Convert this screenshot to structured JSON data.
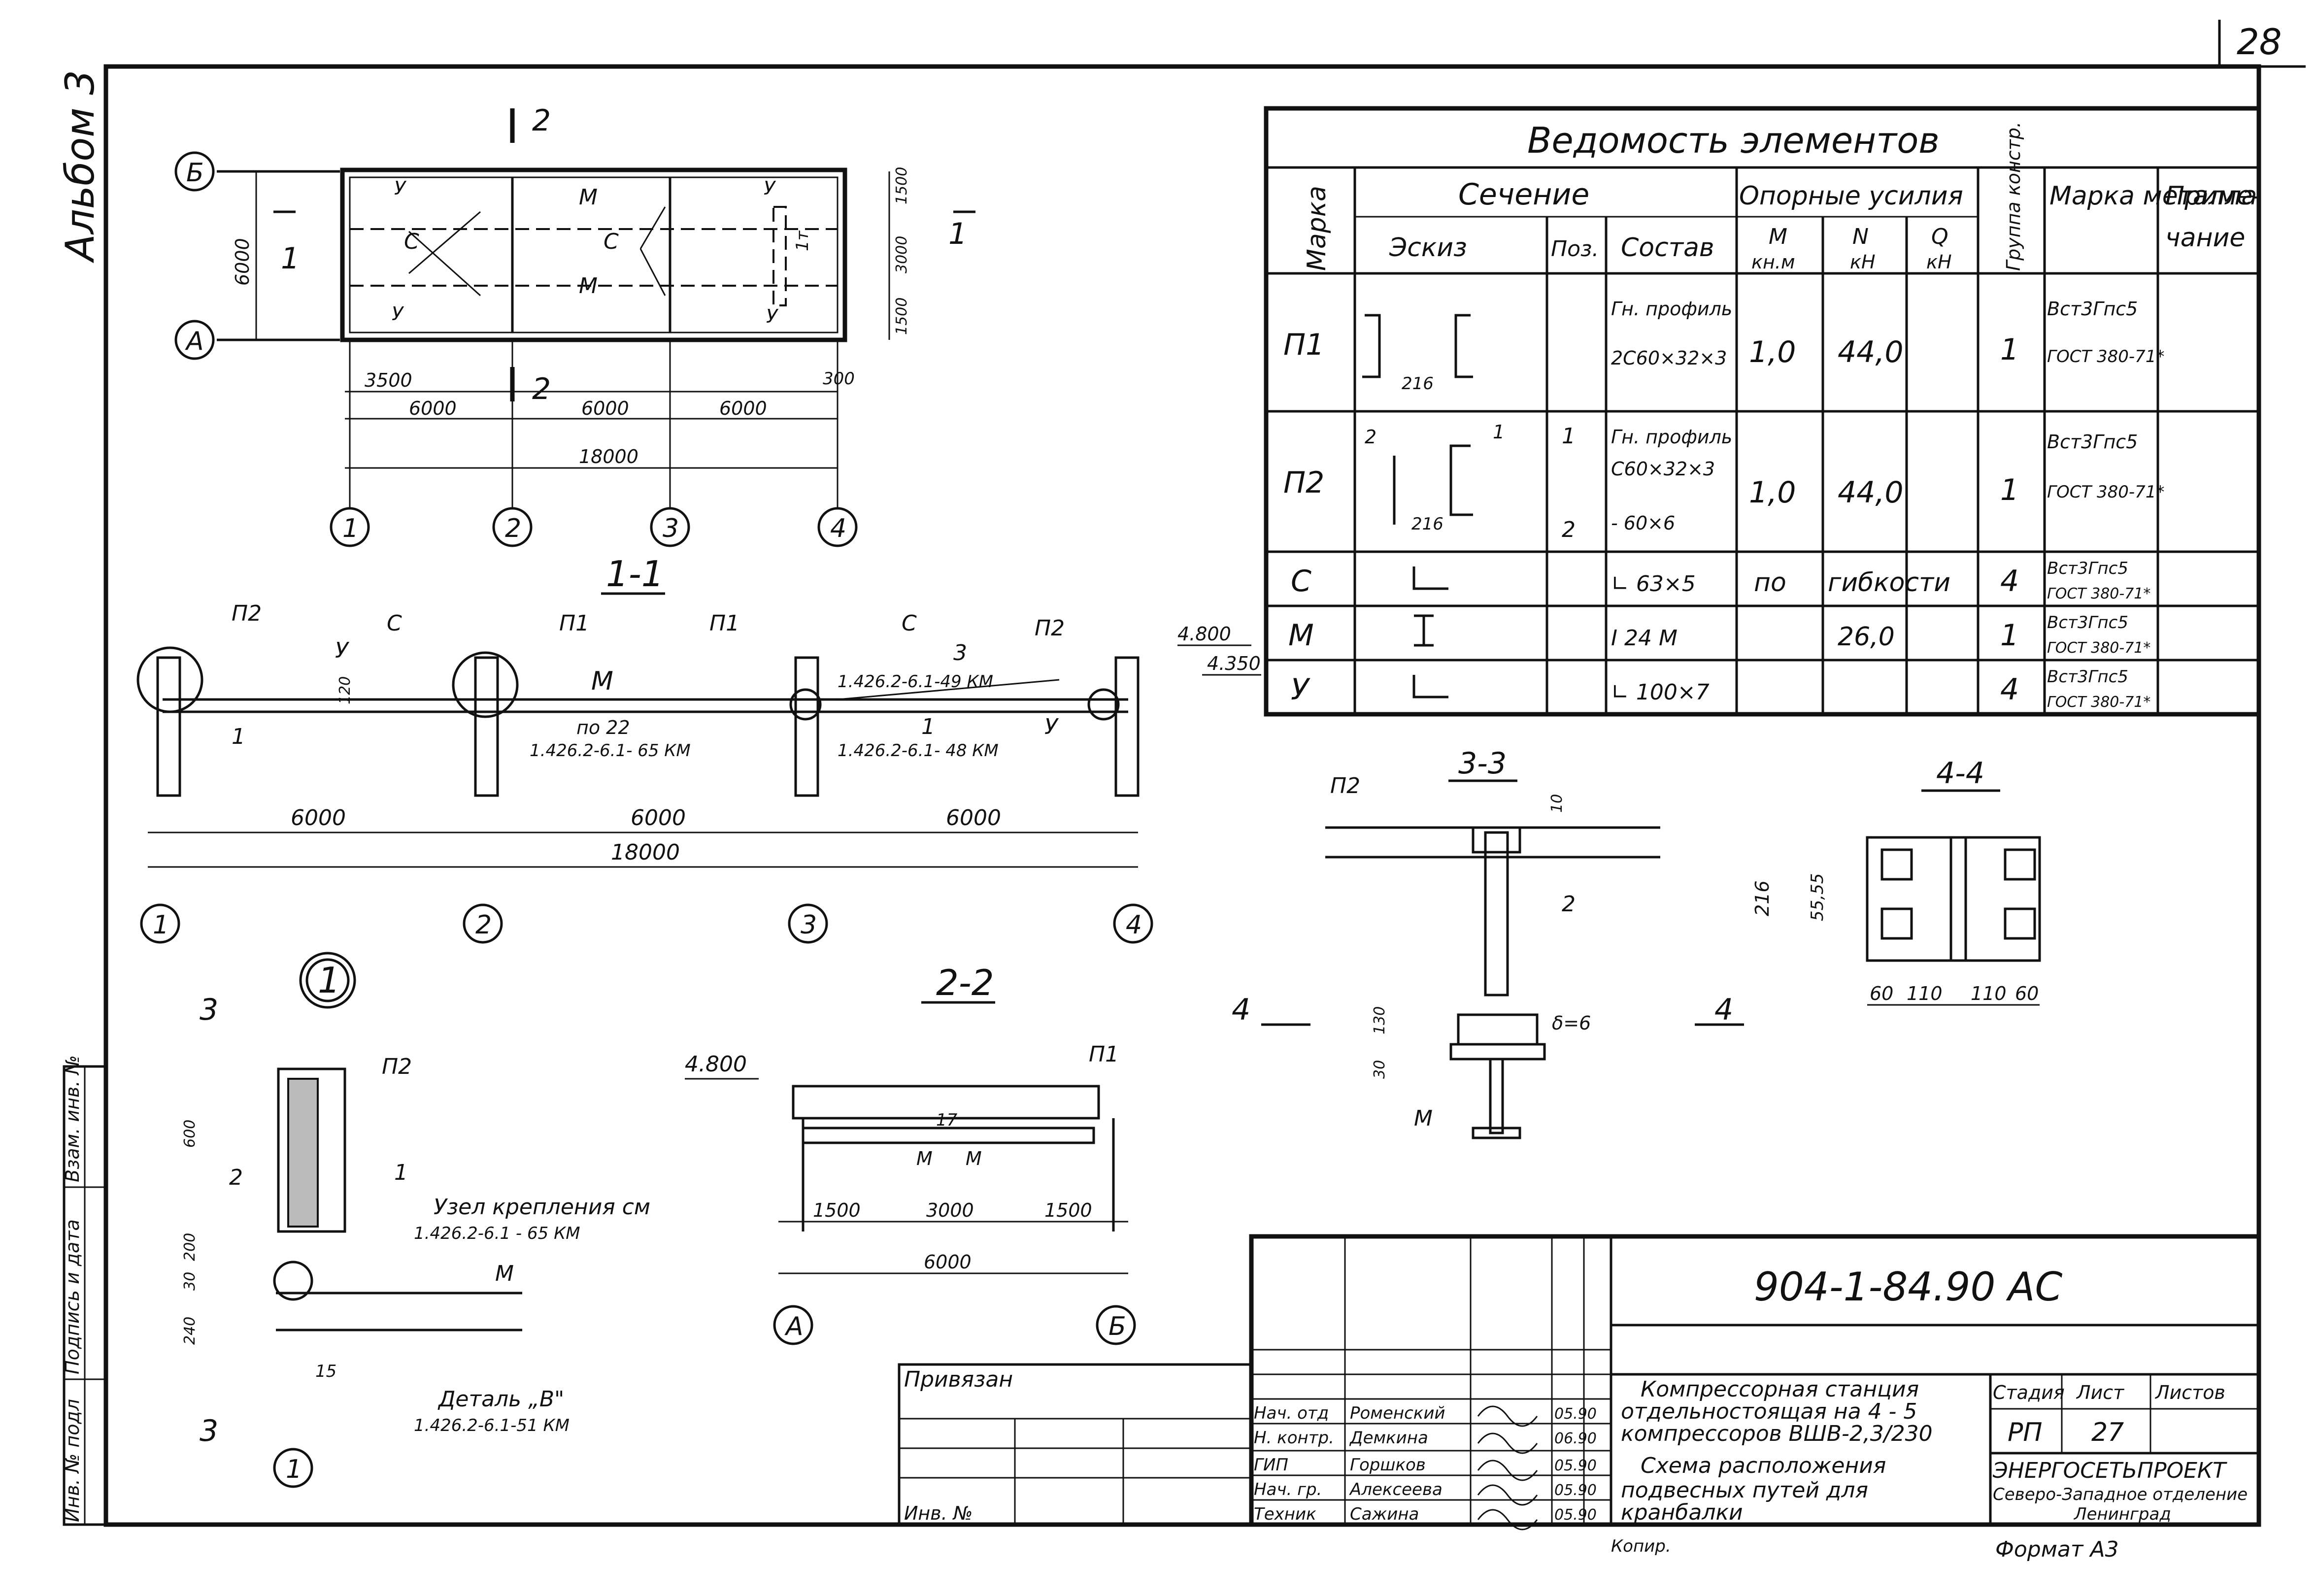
{
  "sheet": {
    "page_number": "28",
    "album_label": "Альбом 3",
    "side_columns": [
      "Инв. № подл",
      "Подпись и дата",
      "Взам. инв. №"
    ]
  },
  "plan": {
    "section_mark": "2",
    "section_mark_1": "1",
    "axis_b": "Б",
    "axis_a": "А",
    "axis_1": "1",
    "axis_2": "2",
    "axis_3": "3",
    "axis_4": "4",
    "dim_6000_v": "6000",
    "dim_1500_top": "1500",
    "dim_3000": "3000",
    "dim_1500_bot": "1500",
    "dim_3500": "3500",
    "dim_6000_a": "6000",
    "dim_6000_b": "6000",
    "dim_6000_c": "6000",
    "dim_300": "300",
    "dim_18000": "18000",
    "label_u": "У",
    "label_m": "М",
    "label_c": "С",
    "label_1t": "1т"
  },
  "section_1_1": {
    "title": "1-1",
    "p2": "П2",
    "p1": "П1",
    "c": "С",
    "u": "У",
    "m": "М",
    "n3": "3",
    "n1": "1",
    "ref_3": "1.426.2-6.1-49 КМ",
    "ref_22_a": "по 22",
    "ref_22_b": "1.426.2-6.1- 65 КМ",
    "ref_1": "1.426.2-6.1- 48 КМ",
    "dim_120": "120",
    "elev_4800": "4.800",
    "elev_4350": "4.350",
    "dim_6000": "6000",
    "dim_18000": "18000"
  },
  "detail_1": {
    "mark": "1",
    "cut": "3",
    "p2": "П2",
    "n1": "1",
    "n2": "2",
    "m": "М",
    "dim_600": "600",
    "dim_200": "200",
    "dim_30": "30",
    "dim_240": "240",
    "dim_15": "15",
    "node_a": "Узел крепления  см",
    "node_b": "1.426.2-6.1 - 65 КМ",
    "detail_a": "Деталь „В\"",
    "detail_b": "1.426.2-6.1-51 КМ"
  },
  "section_2_2": {
    "title": "2-2",
    "elev": "4.800",
    "p1": "П1",
    "m": "М",
    "n17": "17",
    "dim_1500a": "1500",
    "dim_3000": "3000",
    "dim_1500b": "1500",
    "dim_6000": "6000",
    "axis_a": "А",
    "axis_b": "Б"
  },
  "section_3_3": {
    "title": "3-3",
    "p2": "П2",
    "n2": "2",
    "m": "М",
    "n4": "4",
    "dim_10": "10",
    "dim_130": "130",
    "dim_30": "30",
    "delta": "δ=6"
  },
  "section_4_4": {
    "title": "4-4",
    "dim_216": "216",
    "dim_55": "55,55",
    "d60a": "60",
    "d110a": "110",
    "d110b": "110",
    "d60b": "60"
  },
  "schedule": {
    "title": "Ведомость  элементов",
    "h_mark": "Марка",
    "h_section": "Сечение",
    "h_sketch": "Эскиз",
    "h_pos": "Поз.",
    "h_comp": "Состав",
    "h_forces": "Опорные усилия",
    "h_m": "М",
    "h_m_u": "кн.м",
    "h_n": "N",
    "h_n_u": "кН",
    "h_q": "Q",
    "h_q_u": "кН",
    "h_group": "Группа констр.",
    "h_metal": "Марка металла",
    "h_note_1": "Приме-",
    "h_note_2": "чание",
    "rows": [
      {
        "mark": "П1",
        "pos": "",
        "comp1": "Гн. профиль",
        "comp2": "2С60×32×3",
        "m": "1,0",
        "n": "44,0",
        "q": "",
        "group": "1",
        "metal1": "Вст3Гпс5",
        "metal2": "ГОСТ 380-71*",
        "dim": "216"
      },
      {
        "mark": "П2",
        "pos1": "1",
        "pos2": "2",
        "comp1": "Гн. профиль",
        "comp2": "С60×32×3",
        "comp3": "- 60×6",
        "m": "1,0",
        "n": "44,0",
        "q": "",
        "group": "1",
        "metal1": "Вст3Гпс5",
        "metal2": "ГОСТ 380-71*",
        "dim": "216",
        "s1": "1",
        "s2": "2"
      },
      {
        "mark": "С",
        "comp": "∟ 63×5",
        "m": "по",
        "n": "гибкости",
        "group": "4",
        "metal1": "Вст3Гпс5",
        "metal2": "ГОСТ 380-71*"
      },
      {
        "mark": "М",
        "comp": "I 24 М",
        "m": "",
        "n": "26,0",
        "group": "1",
        "metal1": "Вст3Гпс5",
        "metal2": "ГОСТ 380-71*"
      },
      {
        "mark": "У",
        "comp": "∟ 100×7",
        "m": "",
        "n": "",
        "group": "4",
        "metal1": "Вст3Гпс5",
        "metal2": "ГОСТ 380-71*"
      }
    ]
  },
  "title_block": {
    "code": "904-1-84.90   АС",
    "privyazan": "Привязан",
    "inv": "Инв. №",
    "roles": [
      "Нач. отд",
      "Н. контр.",
      "ГИП",
      "Нач. гр.",
      "Техник"
    ],
    "names": [
      "Роменский",
      "Демкина",
      "Горшков",
      "Алексеева",
      "Сажина"
    ],
    "dates": [
      "05.90",
      "06.90",
      "05.90",
      "05.90",
      "05.90"
    ],
    "object_1": "Компрессорная станция",
    "object_2": "отдельностоящая на  4 - 5",
    "object_3": "компрессоров  ВШВ-2,3/230",
    "sheet_1": "Схема расположения",
    "sheet_2": "подвесных   путей   для",
    "sheet_3": "кранбалки",
    "stage_h": "Стадия",
    "sheet_h": "Лист",
    "sheets_h": "Листов",
    "stage": "РП",
    "sheet_no": "27",
    "org_1": "ЭНЕРГОСЕТЬПРОЕКТ",
    "org_2": "Северо-Западное отделение",
    "org_3": "Ленинград",
    "copied": "Копир.",
    "format": "Формат  А3"
  }
}
